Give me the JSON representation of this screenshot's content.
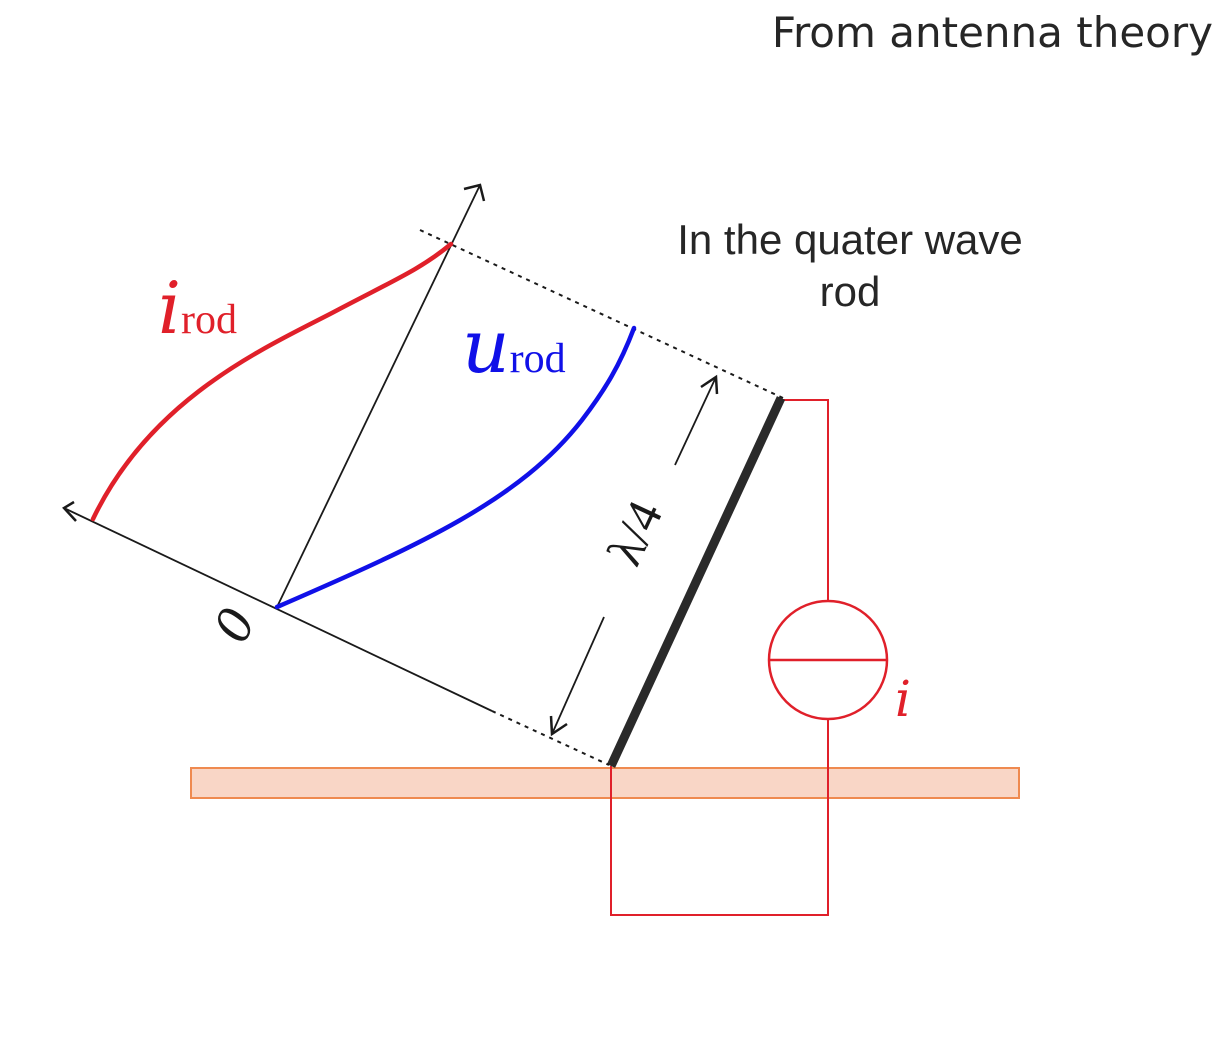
{
  "page": {
    "title": "From antenna theory",
    "caption_line1": "In the quater wave",
    "caption_line2": "rod"
  },
  "diagram": {
    "current_label": {
      "symbol": "i",
      "subscript": "rod"
    },
    "voltage_label": {
      "symbol": "u",
      "subscript": "rod"
    },
    "origin_label": "0",
    "length_label": "λ/4",
    "source_label": "i"
  },
  "colors": {
    "current": "#e0202a",
    "voltage": "#1010e8",
    "rod": "#2a2a2a",
    "ground_fill": "#f9d6c6",
    "ground_stroke": "#ef8a50",
    "circuit": "#e0202a",
    "axis": "#1a1a1a"
  }
}
